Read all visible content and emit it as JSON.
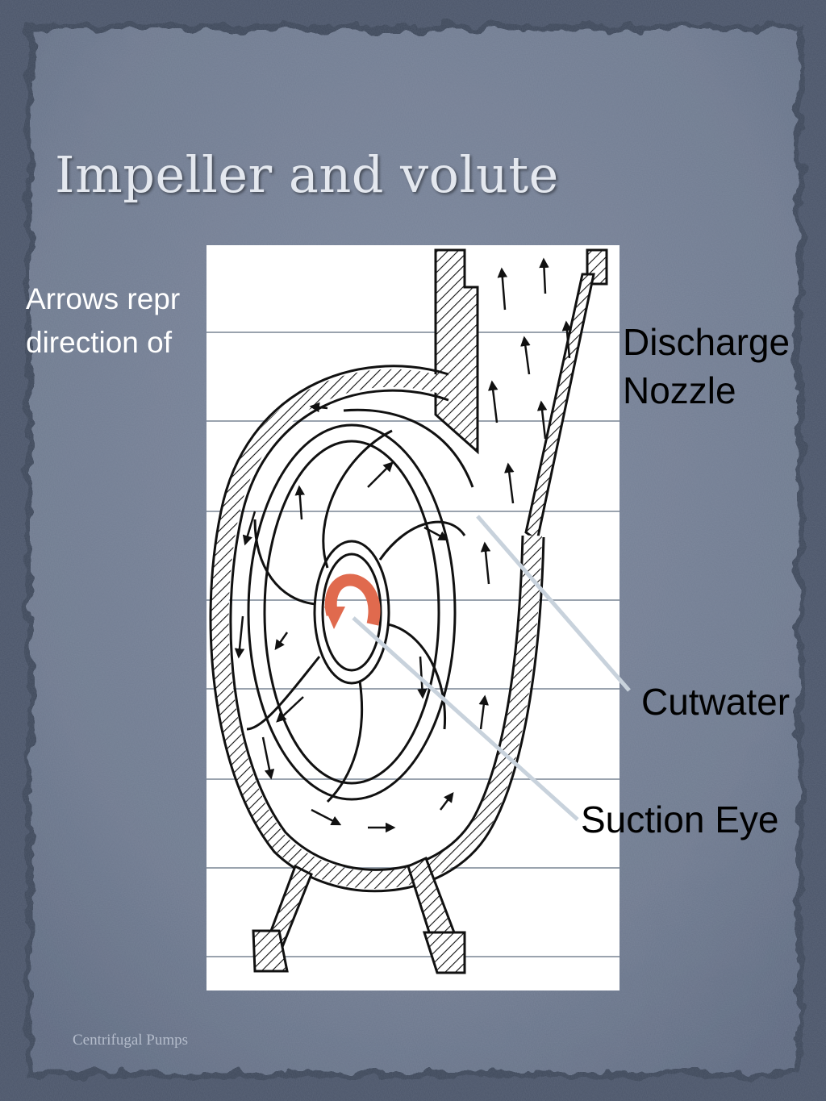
{
  "slide": {
    "title": "Impeller and volute",
    "footer": "Centrifugal Pumps",
    "colors": {
      "background": "#5a6478",
      "leader_line": "#c8d2dc",
      "rotation_arrow": "#e06a4e"
    }
  },
  "caption": {
    "line1": "Arrows repr",
    "line2": "direction of"
  },
  "labels": {
    "discharge_line1": "Discharge",
    "discharge_line2": "Nozzle",
    "cutwater": "Cutwater",
    "suction_eye": "Suction Eye"
  },
  "icons": {
    "rotation": "counterclockwise-rotation-arrow-icon"
  }
}
